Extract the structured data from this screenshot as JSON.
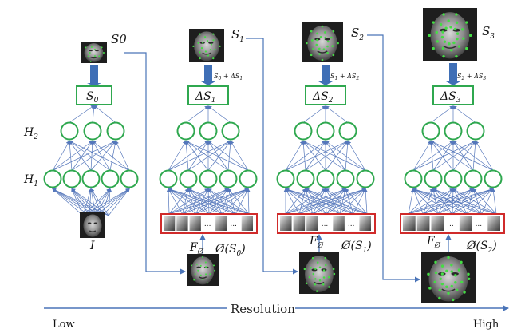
{
  "colors": {
    "neuron": "#2fa84f",
    "edge": "#5577bb",
    "connector": "#4a74b8",
    "arrow": "#3f6fb6",
    "feature_border": "#d02b2b",
    "landmark": "#44dd44"
  },
  "axis": {
    "label": "Resolution",
    "low": "Low",
    "high": "High"
  },
  "stage0": {
    "output": "S0",
    "output_sub": "0",
    "box_label": "S",
    "box_sub": "0",
    "h2": "H",
    "h2_sub": "2",
    "h1": "H",
    "h1_sub": "1",
    "input": "I"
  },
  "stages": [
    {
      "output": "S",
      "output_sub": "1",
      "update": "S",
      "update_sub": "0",
      "update_tail": " + ΔS",
      "update_tail_sub": "1",
      "box": "ΔS",
      "box_sub": "1",
      "feature": "F",
      "feature_sub": "Ø",
      "phi": "Ø(S",
      "phi_sub": "0",
      "phi_tail": ")",
      "dots": "..."
    },
    {
      "output": "S",
      "output_sub": "2",
      "update": "S",
      "update_sub": "1",
      "update_tail": " + ΔS",
      "update_tail_sub": "2",
      "box": "ΔS",
      "box_sub": "2",
      "feature": "F",
      "feature_sub": "Ø",
      "phi": "Ø(S",
      "phi_sub": "1",
      "phi_tail": ")",
      "dots": "..."
    },
    {
      "output": "S",
      "output_sub": "3",
      "update": "S",
      "update_sub": "2",
      "update_tail": " + ΔS",
      "update_tail_sub": "3",
      "box": "ΔS",
      "box_sub": "3",
      "feature": "F",
      "feature_sub": "Ø",
      "phi": "Ø(S",
      "phi_sub": "2",
      "phi_tail": ")",
      "dots": "..."
    }
  ]
}
